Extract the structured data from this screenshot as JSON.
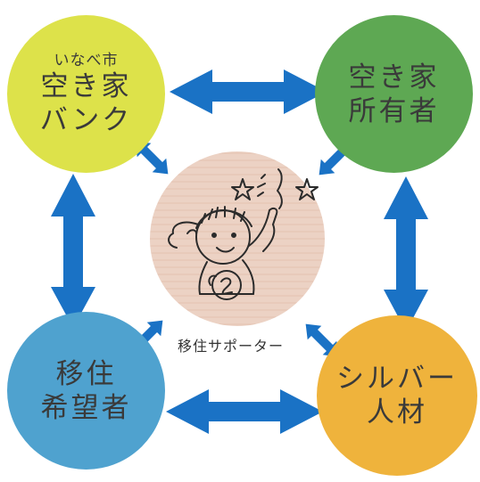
{
  "nodes": {
    "bank": {
      "line1": "いなべ市",
      "line2": "空き家",
      "line3": "バンク"
    },
    "owner": {
      "line1": "空き家",
      "line2": "所有者"
    },
    "seeker": {
      "line1": "移住",
      "line2": "希望者"
    },
    "silver": {
      "line1": "シルバー",
      "line2": "人材"
    }
  },
  "center": {
    "label": "移住サポーター"
  },
  "colors": {
    "arrow": "#1a72c5",
    "bank": "#dde24a",
    "owner": "#5ea853",
    "seeker": "#4fa2cf",
    "silver": "#efb33c",
    "center": "#ecd2c4",
    "ink": "#2b2b2b"
  }
}
